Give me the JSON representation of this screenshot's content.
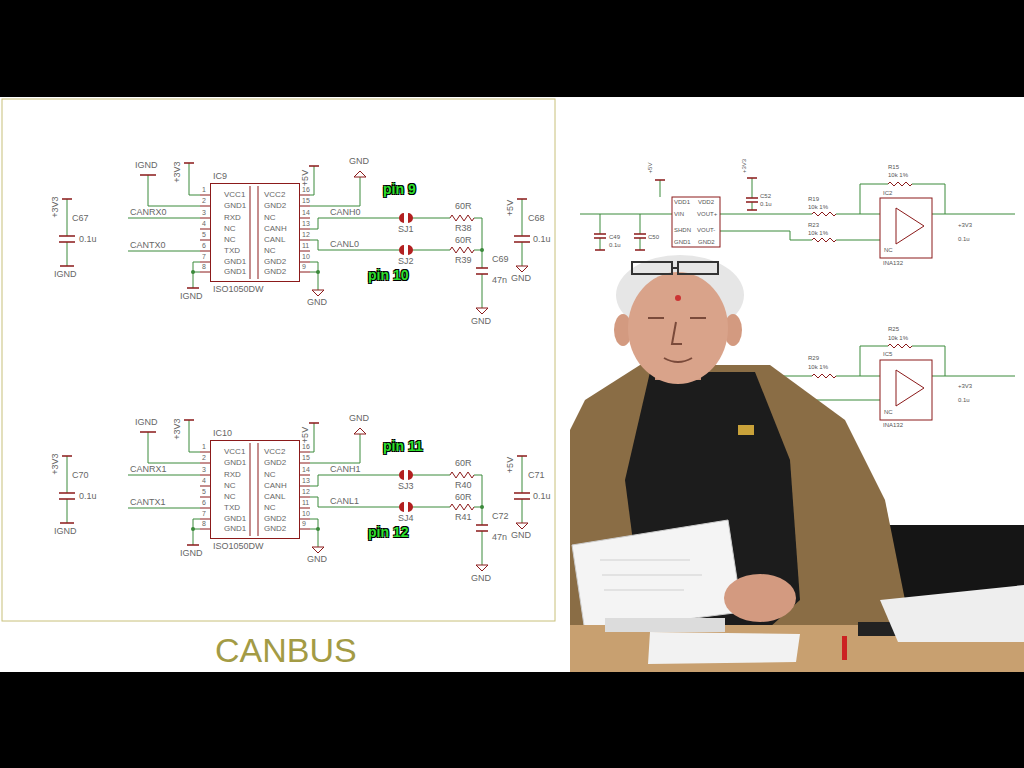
{
  "diagram": {
    "title": "CANBUS",
    "nodes": [
      {
        "text": [
          "IC9",
          "VCC1",
          "GND1",
          "RXD",
          "NC",
          "NC",
          "TXD",
          "GND1",
          "GND1",
          "VCC2",
          "GND2",
          "NC",
          "CANH",
          "CANL",
          "NC",
          "GND2",
          "GND2",
          "ISO1050DW"
        ]
      },
      {
        "text": [
          "IC10",
          "VCC1",
          "GND1",
          "RXD",
          "NC",
          "NC",
          "TXD",
          "GND1",
          "GND1",
          "VCC2",
          "GND2",
          "NC",
          "CANH",
          "CANL",
          "NC",
          "GND2",
          "GND2",
          "ISO1050DW"
        ]
      }
    ],
    "labels": [
      "IGND",
      "+3V3",
      "+3V3",
      "C67",
      "0.1u",
      "IGND",
      "CANRX0",
      "CANTX0",
      "1",
      "2",
      "3",
      "4",
      "5",
      "6",
      "7",
      "8",
      "16",
      "15",
      "14",
      "13",
      "12",
      "11",
      "10",
      "9",
      "IGND",
      "+5V",
      "GND",
      "GND",
      "CANH0",
      "CANL0",
      "SJ1",
      "SJ2",
      "pin 9",
      "pin 10",
      "60R",
      "R38",
      "60R",
      "R39",
      "C69",
      "47n",
      "GND",
      "+5V",
      "C68",
      "0.1u",
      "GND",
      "IGND",
      "+3V3",
      "+3V3",
      "C70",
      "0.1u",
      "IGND",
      "CANRX1",
      "CANTX1",
      "1",
      "2",
      "3",
      "4",
      "5",
      "6",
      "7",
      "8",
      "16",
      "15",
      "14",
      "13",
      "12",
      "11",
      "10",
      "9",
      "IGND",
      "+5V",
      "GND",
      "GND",
      "CANH1",
      "CANL1",
      "SJ3",
      "SJ4",
      "pin 11",
      "pin 12",
      "60R",
      "R40",
      "60R",
      "R41",
      "C72",
      "47n",
      "GND",
      "+5V",
      "C71",
      "0.1u",
      "GND",
      "+5V",
      "+3V3",
      "VDD1",
      "VDD2",
      "VIN",
      "VOUT+",
      "SHDN",
      "VOUT-",
      "GND1",
      "GND2",
      "C49",
      "0.1u",
      "C50",
      "C52",
      "0.1u",
      "R19",
      "10k 1%",
      "R23",
      "10k 1%",
      "R15",
      "10k 1%",
      "IC2",
      "INA132",
      "+3V3",
      "0.1u",
      "IC5",
      "INA132",
      "R25",
      "10k 1%",
      "R29",
      "10k 1%",
      "+3V3",
      "0.1u",
      "NC",
      "NC"
    ]
  }
}
